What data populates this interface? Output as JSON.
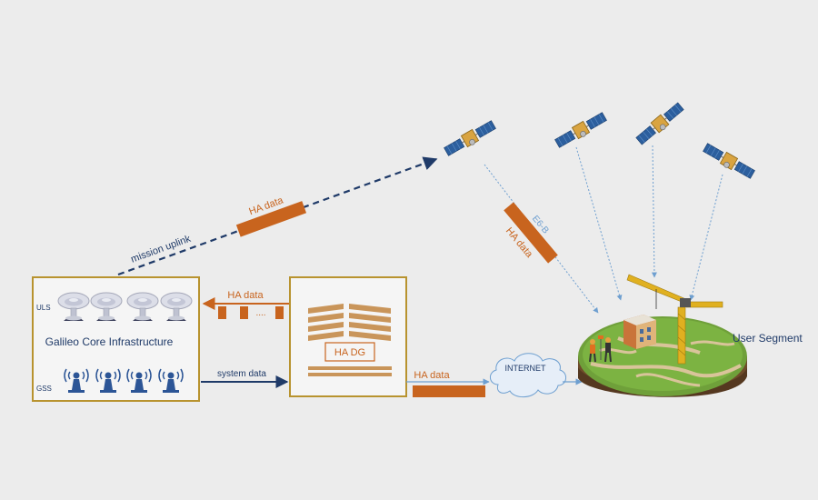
{
  "labels": {
    "mission_uplink": "mission uplink",
    "ha_data_uplink": "HA data",
    "e6b": "E6-B",
    "ha_data_e6b": "HA data",
    "uls": "ULS",
    "gss": "GSS",
    "core_infrastructure": "Galileo Core Infrastructure",
    "ha_data_return": "HA data",
    "ellipsis": "....",
    "system_data": "system data",
    "ha_dg": "HA DG",
    "ha_data_internet": "HA data",
    "internet": "INTERNET",
    "user_segment": "User Segment"
  },
  "colors": {
    "background": "#ececec",
    "box_border": "#b8932f",
    "orange": "#c8641e",
    "dark_blue": "#1f3a68",
    "light_blue": "#6e9fd0",
    "text_blue": "#1f3a68"
  },
  "icons": {
    "satellite": "satellite-icon",
    "antenna_dish": "uls-dish-icon",
    "gss_station": "gss-antenna-icon",
    "cloud": "cloud-icon",
    "user_segment": "construction-site-icon"
  }
}
